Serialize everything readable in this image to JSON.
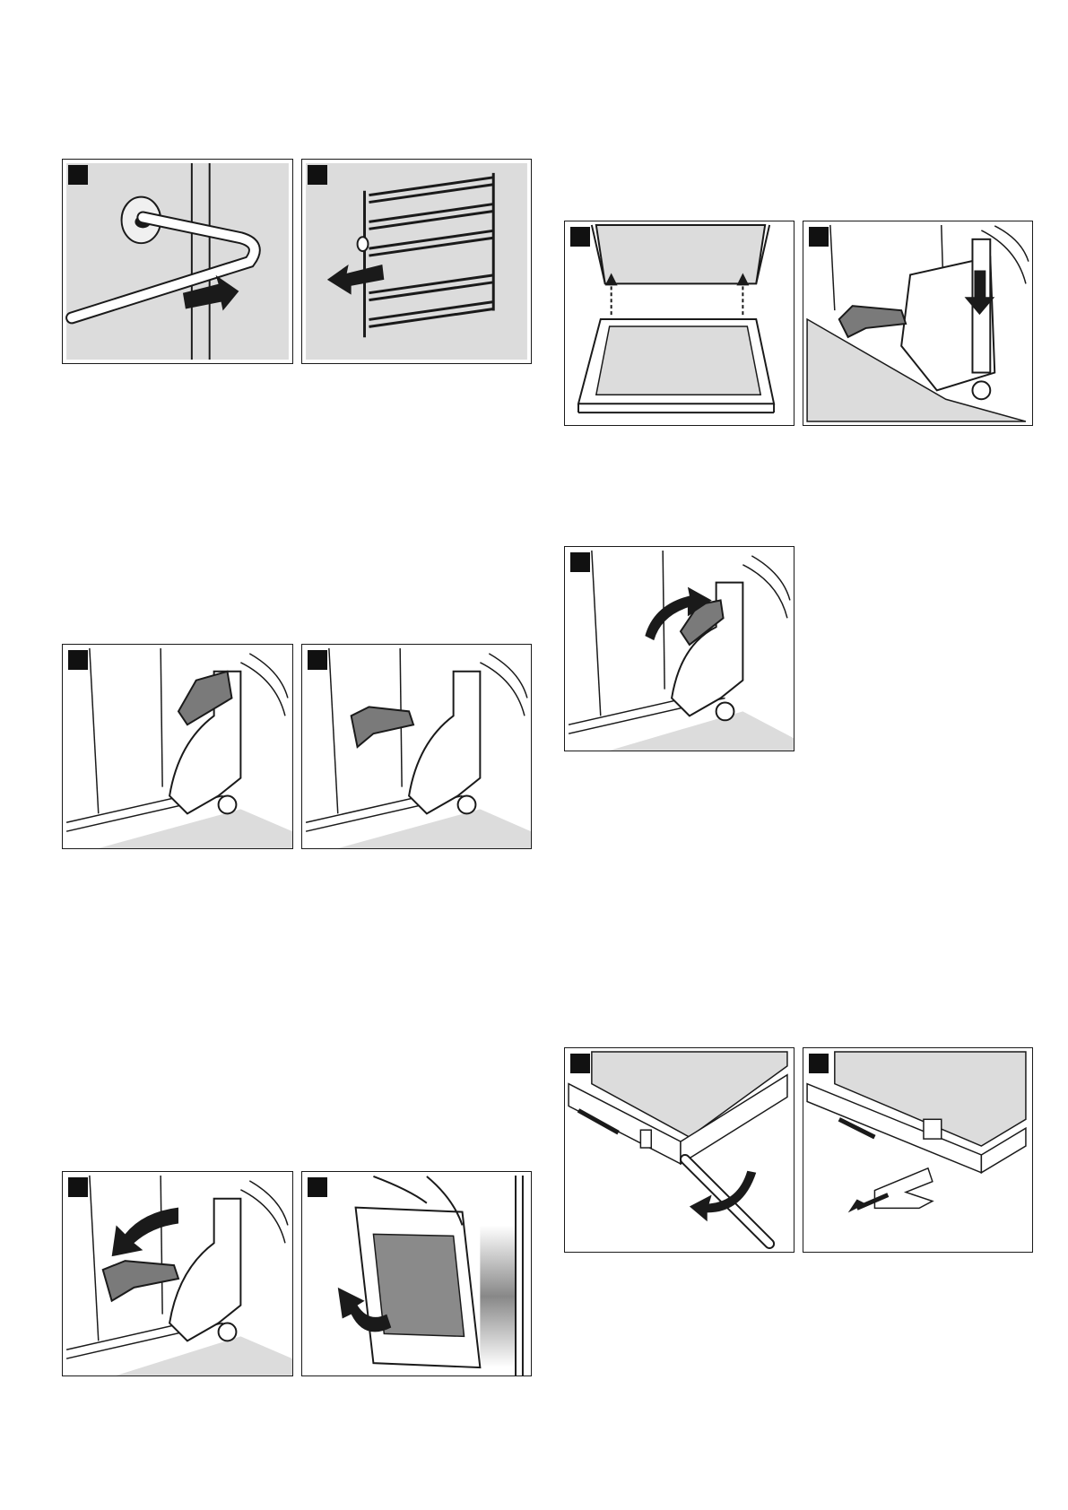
{
  "document": {
    "type": "appliance-manual-illustration-page",
    "panels": [
      {
        "id": "p1",
        "figure": "rail-hook-pull-out",
        "marker": "",
        "arrow": "right"
      },
      {
        "id": "p2",
        "figure": "shelf-rack-removal",
        "marker": "",
        "arrow": "left"
      },
      {
        "id": "p3",
        "figure": "hinge-lever-up",
        "marker": "",
        "arrow": "none"
      },
      {
        "id": "p4",
        "figure": "hinge-lever-down",
        "marker": "",
        "arrow": "none"
      },
      {
        "id": "p5",
        "figure": "hinge-lever-lower",
        "marker": "",
        "arrow": "down-left"
      },
      {
        "id": "p6",
        "figure": "door-lift-off",
        "marker": "",
        "arrow": "up-curve"
      },
      {
        "id": "p7",
        "figure": "door-glass-lift",
        "marker": "",
        "arrow": "up"
      },
      {
        "id": "p8",
        "figure": "hinge-lever-press",
        "marker": "",
        "arrow": "down"
      },
      {
        "id": "p9",
        "figure": "hinge-lever-raise",
        "marker": "",
        "arrow": "up-right"
      },
      {
        "id": "p10",
        "figure": "screw-removal",
        "marker": "",
        "arrow": "rotate"
      },
      {
        "id": "p11",
        "figure": "cover-pull-out",
        "marker": "",
        "arrow": "down-left"
      }
    ]
  },
  "colors": {
    "fill_gray": "#dcdcdc",
    "line": "#1a1a1a",
    "lever": "#7a7a7a",
    "marker": "#111111"
  }
}
